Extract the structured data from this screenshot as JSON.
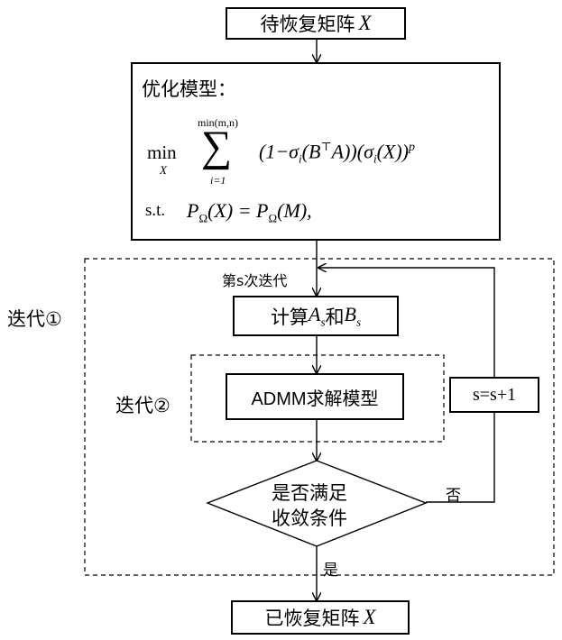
{
  "input_box": {
    "text": "待恢复矩阵",
    "var": "X"
  },
  "model_box": {
    "title": "优化模型：",
    "upper_limit": "min(m,n)",
    "sum_symbol": "∑",
    "lower_limit": "i=1",
    "min_word": "min",
    "min_sub": "X",
    "term": "(1−σ",
    "term_i": "i",
    "term_b": "(B",
    "term_top": "⊤",
    "term_a": "A))(σ",
    "term_i2": "i",
    "term_x": "(X))",
    "term_p": "p",
    "st_label": "s.t.",
    "constraint_left": "P",
    "omega": "Ω",
    "constraint_mid": "(X) = P",
    "omega2": "Ω",
    "constraint_right": "(M),"
  },
  "loop_outer_label": "迭代①",
  "loop_inner_label": "迭代②",
  "iter_label": "第s次迭代",
  "compute_box": {
    "prefix": "计算 ",
    "a": "A",
    "a_sub": "s",
    "mid": " 和 ",
    "b": "B",
    "b_sub": "s"
  },
  "admm_box": {
    "text": "ADMM求解模型"
  },
  "decision": {
    "line1": "是否满足",
    "line2": "收敛条件"
  },
  "increment_box": {
    "text": "s=s+1"
  },
  "no_label": "否",
  "yes_label": "是",
  "output_box": {
    "text": "已恢复矩阵",
    "var": "X"
  }
}
